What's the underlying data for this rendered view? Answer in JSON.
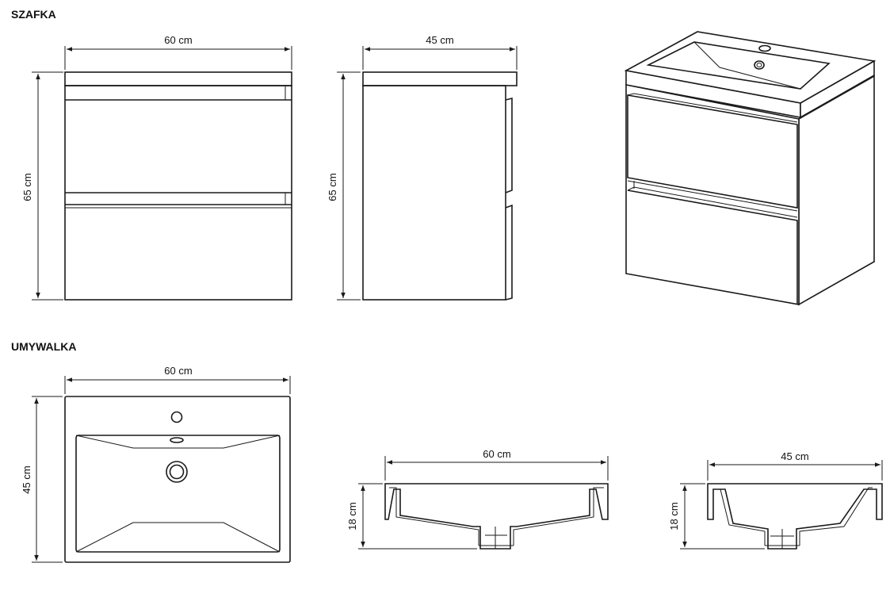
{
  "sections": {
    "cabinet": {
      "title": "SZAFKA",
      "front": {
        "width_label": "60 cm",
        "height_label": "65 cm"
      },
      "side": {
        "depth_label": "45 cm",
        "height_label": "65 cm"
      }
    },
    "basin": {
      "title": "UMYWALKA",
      "top": {
        "width_label": "60 cm",
        "depth_label": "45 cm"
      },
      "front_section": {
        "width_label": "60 cm",
        "height_label": "18 cm"
      },
      "side_section": {
        "depth_label": "45 cm",
        "height_label": "18 cm"
      }
    }
  }
}
